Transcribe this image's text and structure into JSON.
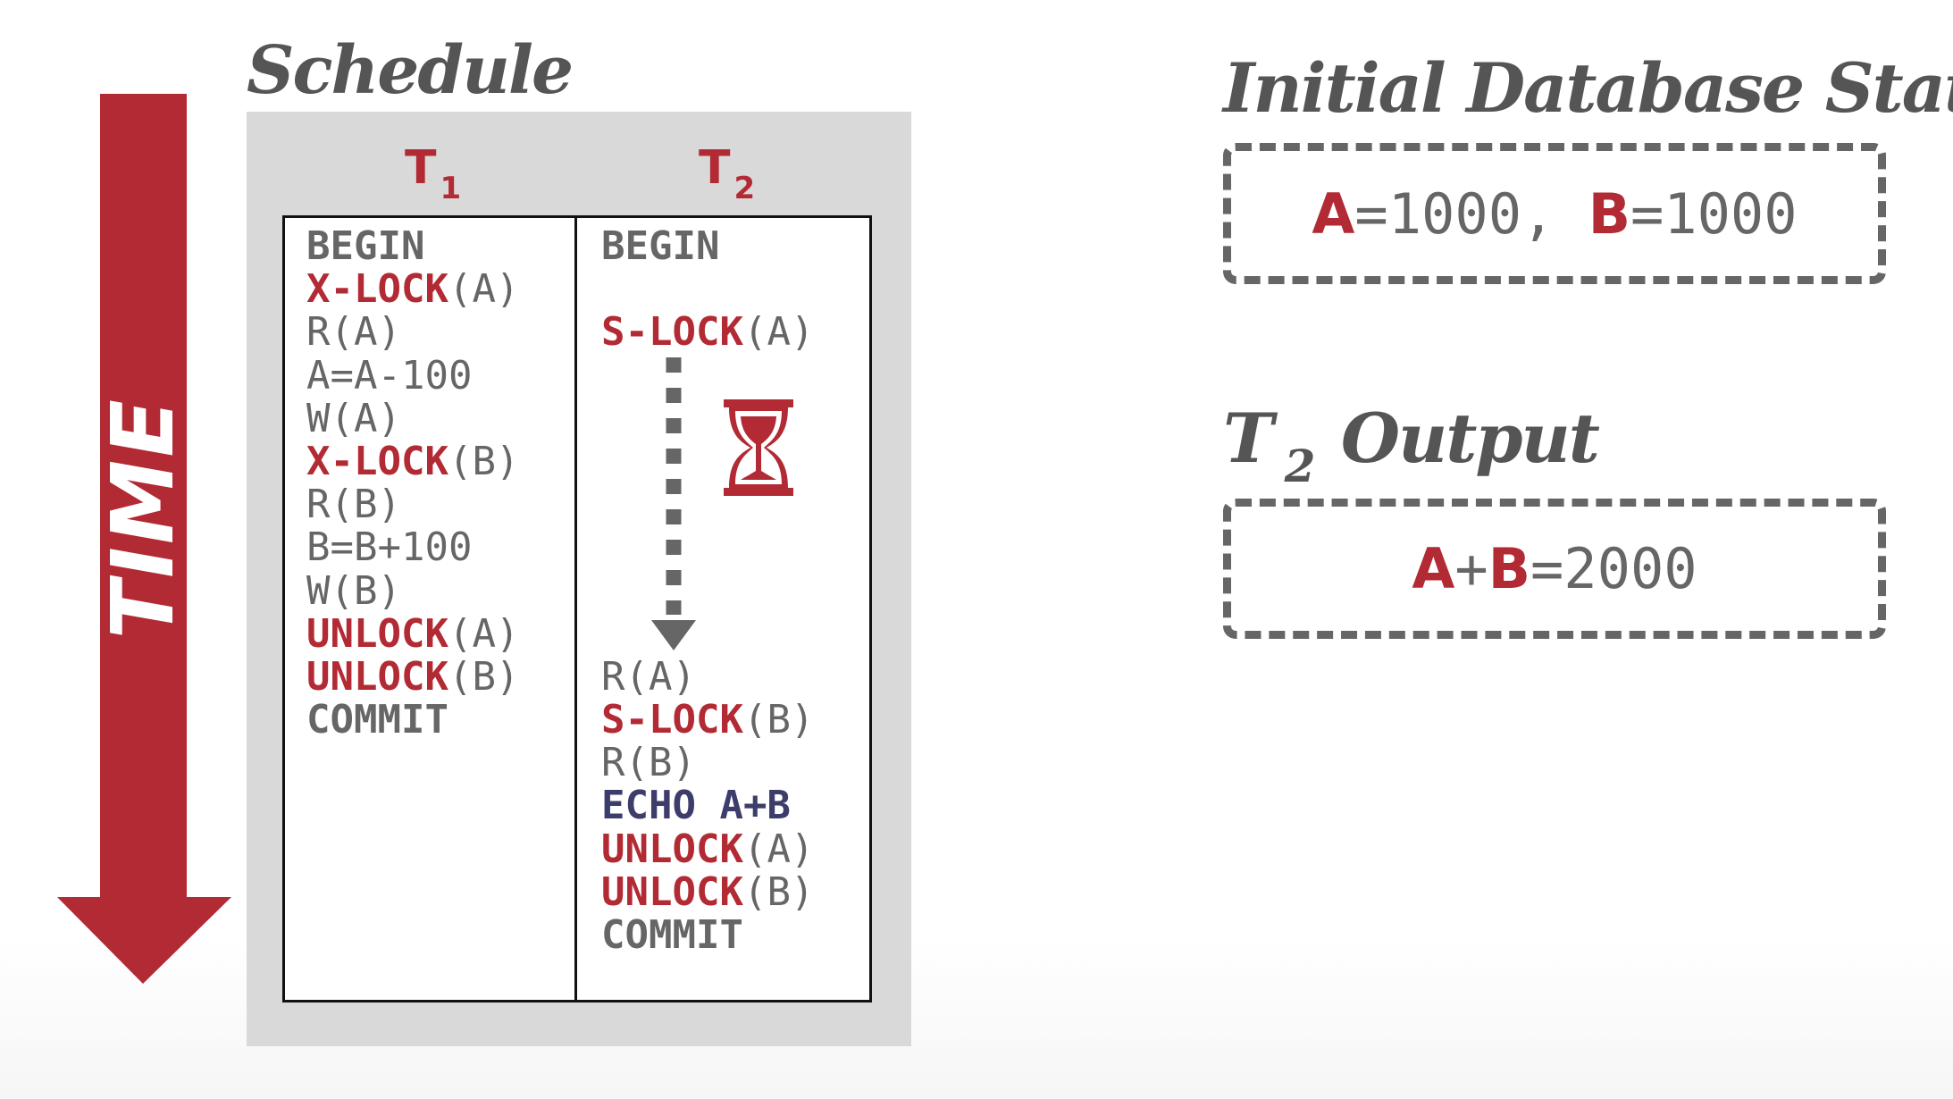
{
  "time_label": "TIME",
  "schedule": {
    "title": "Schedule",
    "t1": {
      "name": "T",
      "sub": "1"
    },
    "t2": {
      "name": "T",
      "sub": "2"
    },
    "t1_lines": [
      [
        [
          "BEGIN",
          "b"
        ]
      ],
      [
        [
          "X-LOCK",
          "k"
        ],
        [
          "(A)",
          "p"
        ]
      ],
      [
        [
          "R(A)",
          "p"
        ]
      ],
      [
        [
          "A=A-100",
          "p"
        ]
      ],
      [
        [
          "W(A)",
          "p"
        ]
      ],
      [
        [
          "X-LOCK",
          "k"
        ],
        [
          "(B)",
          "p"
        ]
      ],
      [
        [
          "R(B)",
          "p"
        ]
      ],
      [
        [
          "B=B+100",
          "p"
        ]
      ],
      [
        [
          "W(B)",
          "p"
        ]
      ],
      [
        [
          "UNLOCK",
          "k"
        ],
        [
          "(A)",
          "p"
        ]
      ],
      [
        [
          "UNLOCK",
          "k"
        ],
        [
          "(B)",
          "p"
        ]
      ],
      [
        [
          "COMMIT",
          "b"
        ]
      ]
    ],
    "t2_lines": [
      [
        [
          "BEGIN",
          "b"
        ]
      ],
      [],
      [
        [
          "S-LOCK",
          "k"
        ],
        [
          "(A)",
          "p"
        ]
      ],
      [],
      [],
      [],
      [],
      [],
      [],
      [],
      [
        [
          "R(A)",
          "p"
        ]
      ],
      [
        [
          "S-LOCK",
          "k"
        ],
        [
          "(B)",
          "p"
        ]
      ],
      [
        [
          "R(B)",
          "p"
        ]
      ],
      [
        [
          "ECHO A+B",
          "e"
        ]
      ],
      [
        [
          "UNLOCK",
          "k"
        ],
        [
          "(A)",
          "p"
        ]
      ],
      [
        [
          "UNLOCK",
          "k"
        ],
        [
          "(B)",
          "p"
        ]
      ],
      [
        [
          "COMMIT",
          "b"
        ]
      ]
    ]
  },
  "initial_state": {
    "title": "Initial Database State",
    "a_label": "A",
    "a_value": "=1000, ",
    "b_label": "B",
    "b_value": "=1000"
  },
  "output": {
    "title_t": "T",
    "title_sub": "2",
    "title_rest": " Output",
    "a": "A",
    "plus": "+",
    "b": "B",
    "rest": "=2000"
  },
  "colors": {
    "accent": "#b22a33",
    "text": "#666666",
    "echo": "#3d3d6b",
    "panel": "#d9d9d9"
  }
}
